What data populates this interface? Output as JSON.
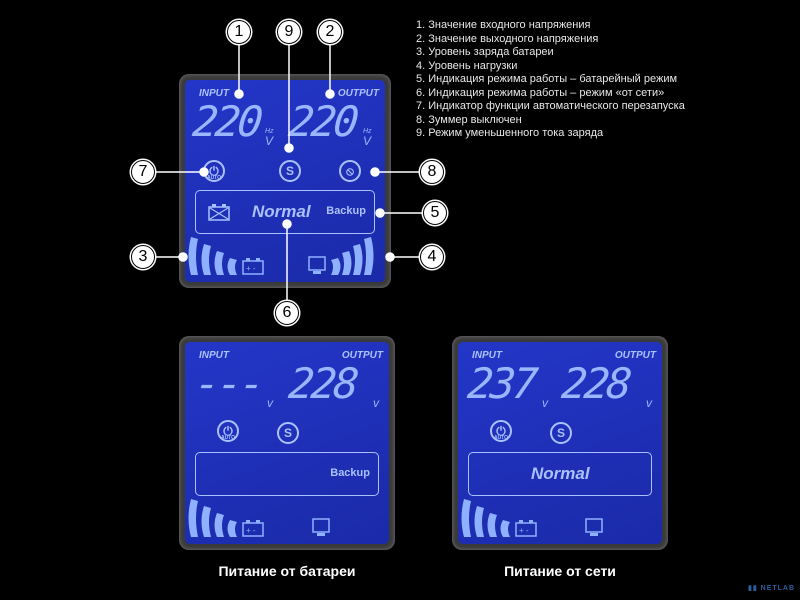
{
  "legend": [
    "1. Значение входного напряжения",
    "2. Значение выходного напряжения",
    "3. Уровень заряда батареи",
    "4. Уровень нагрузки",
    "5. Индикация режима работы – батарейный режим",
    "6. Индикация режима работы – режим «от сети»",
    "7. Индикатор функции автоматического перезапуска",
    "8. Зуммер выключен",
    "9. Режим уменьшенного тока заряда"
  ],
  "callouts": [
    "1",
    "2",
    "3",
    "4",
    "5",
    "6",
    "7",
    "8",
    "9"
  ],
  "labels": {
    "input": "INPUT",
    "output": "OUTPUT",
    "hz": "Hz",
    "v": "V",
    "v_small": "v",
    "auto": "AUTO",
    "s": "S",
    "normal": "Normal",
    "backup": "Backup"
  },
  "panels": {
    "main": {
      "input": "220",
      "output": "220"
    },
    "battery": {
      "input": "---",
      "output": "228",
      "caption": "Питание от батареи",
      "battery_level": 1.0,
      "load_level": 0
    },
    "mains": {
      "input": "237",
      "output": "228",
      "caption": "Питание от сети",
      "battery_level": 1.0,
      "load_level": 0
    }
  },
  "watermark": "NETLAB",
  "colors": {
    "lcd": "#1f30b8",
    "segment": "#9ab6ff",
    "bezel": "#3a3a3a"
  }
}
